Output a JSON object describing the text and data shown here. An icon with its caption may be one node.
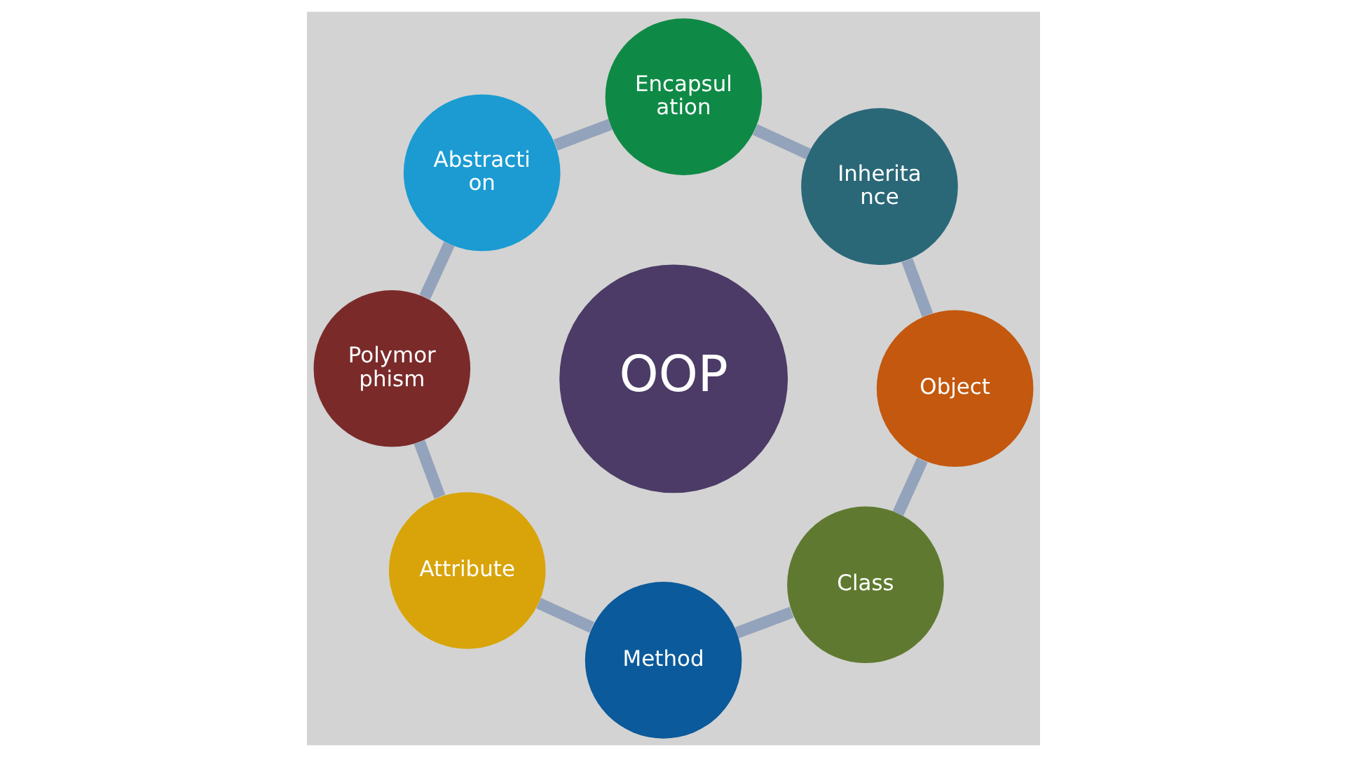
{
  "diagram": {
    "nodes": [
      {
        "text": [
          "OOP"
        ]
      },
      {
        "text": [
          "Object"
        ]
      },
      {
        "text": [
          "Inherita nce"
        ]
      },
      {
        "text": [
          "Encapsul ation"
        ]
      },
      {
        "text": [
          "Abstracti on"
        ]
      },
      {
        "text": [
          "Polymor phism"
        ]
      },
      {
        "text": [
          "Attribute"
        ]
      },
      {
        "text": [
          "Method"
        ]
      },
      {
        "text": [
          "Class"
        ]
      }
    ],
    "edges": [
      {
        "from": 1,
        "to": 2,
        "arrow": "none"
      },
      {
        "from": 2,
        "to": 3,
        "arrow": "none"
      },
      {
        "from": 3,
        "to": 4,
        "arrow": "none"
      },
      {
        "from": 4,
        "to": 5,
        "arrow": "none"
      },
      {
        "from": 5,
        "to": 6,
        "arrow": "none"
      },
      {
        "from": 6,
        "to": 7,
        "arrow": "none"
      },
      {
        "from": 7,
        "to": 8,
        "arrow": "none"
      },
      {
        "from": 8,
        "to": 1,
        "arrow": "none"
      }
    ]
  }
}
